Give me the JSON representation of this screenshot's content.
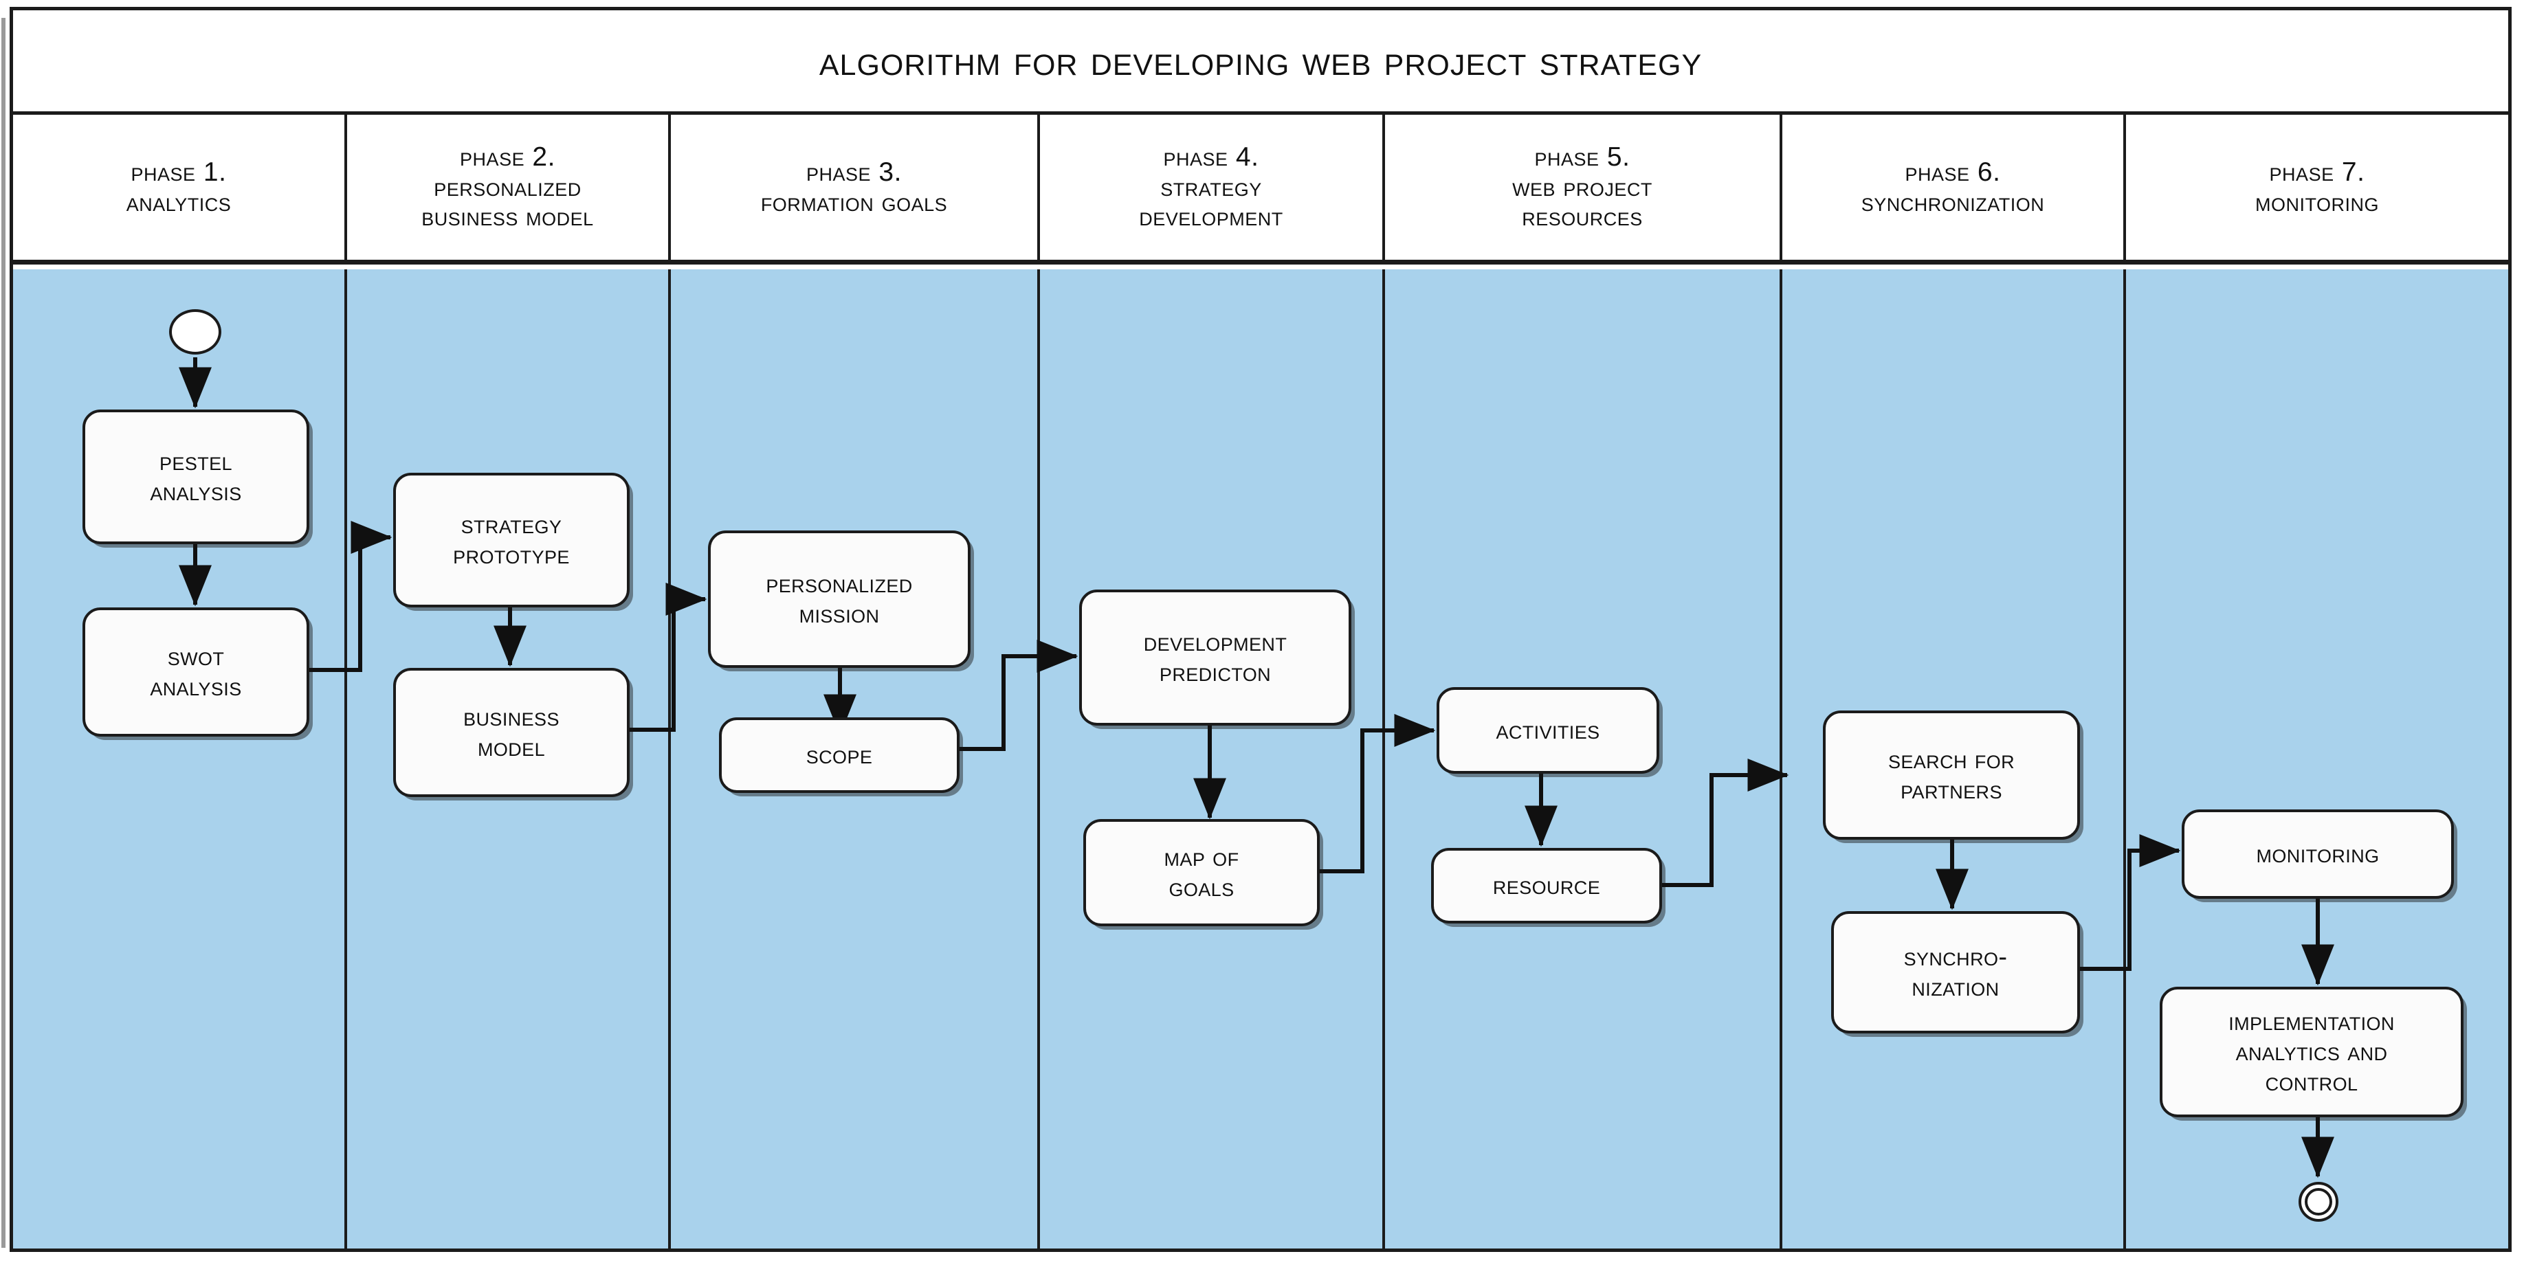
{
  "title": "Algorithm for developing web project strategy",
  "colors": {
    "lane_fill": "#a9d2ec",
    "border": "#1b1b1b",
    "node_fill": "#fbfbfb",
    "header_fill": "#ffffff"
  },
  "phases": [
    {
      "id": "phase-1",
      "header": "Phase 1.\nAnalytics"
    },
    {
      "id": "phase-2",
      "header": "Phase 2.\nPersonalized\nbusiness model"
    },
    {
      "id": "phase-3",
      "header": "Phase 3.\nFormation goals"
    },
    {
      "id": "phase-4",
      "header": "Phase 4.\nStrategy\ndevelopment"
    },
    {
      "id": "phase-5",
      "header": "Phase 5.\nWeb project\nresources"
    },
    {
      "id": "phase-6",
      "header": "Phase 6.\nSynchronization"
    },
    {
      "id": "phase-7",
      "header": "Phase 7.\nMonitoring"
    }
  ],
  "nodes": [
    {
      "id": "pestel",
      "label": "PESTEL\nanalysis"
    },
    {
      "id": "swot",
      "label": "SWOT\nanalysis"
    },
    {
      "id": "strategy",
      "label": "Strategy\nprototype"
    },
    {
      "id": "business",
      "label": "Business\nmodel"
    },
    {
      "id": "mission",
      "label": "Personalized\nmission"
    },
    {
      "id": "scope",
      "label": "Scope"
    },
    {
      "id": "prediction",
      "label": "Development\npredicton"
    },
    {
      "id": "mapgoals",
      "label": "Map of\ngoals"
    },
    {
      "id": "activities",
      "label": "Activities"
    },
    {
      "id": "resource",
      "label": "Resource"
    },
    {
      "id": "partners",
      "label": "Search for\npartners"
    },
    {
      "id": "sync",
      "label": "Synchro-\nnization"
    },
    {
      "id": "monitoring",
      "label": "Monitoring"
    },
    {
      "id": "implement",
      "label": "Implementation\nanalytics and\ncontrol"
    }
  ],
  "terminators": {
    "start": "start-node",
    "end": "end-node"
  },
  "chart_data": {
    "type": "table",
    "title": "Algorithm for developing web project strategy",
    "categories": [
      "Phase 1. Analytics",
      "Phase 2. Personalized business model",
      "Phase 3. Formation goals",
      "Phase 4. Strategy development",
      "Phase 5. Web project resources",
      "Phase 6. Synchronization",
      "Phase 7. Monitoring"
    ],
    "steps_per_phase": [
      [
        "PESTEL analysis",
        "SWOT analysis"
      ],
      [
        "Strategy prototype",
        "Business model"
      ],
      [
        "Personalized mission",
        "Scope"
      ],
      [
        "Development predicton",
        "Map of goals"
      ],
      [
        "Activities",
        "Resource"
      ],
      [
        "Search for partners",
        "Synchro-nization"
      ],
      [
        "Monitoring",
        "Implementation analytics and control"
      ]
    ],
    "edges": [
      [
        "start",
        "PESTEL analysis"
      ],
      [
        "PESTEL analysis",
        "SWOT analysis"
      ],
      [
        "SWOT analysis",
        "Strategy prototype"
      ],
      [
        "Strategy prototype",
        "Business model"
      ],
      [
        "Business model",
        "Personalized mission"
      ],
      [
        "Personalized mission",
        "Scope"
      ],
      [
        "Scope",
        "Development predicton"
      ],
      [
        "Development predicton",
        "Map of goals"
      ],
      [
        "Map of goals",
        "Activities"
      ],
      [
        "Activities",
        "Resource"
      ],
      [
        "Resource",
        "Search for partners"
      ],
      [
        "Search for partners",
        "Synchro-nization"
      ],
      [
        "Synchro-nization",
        "Monitoring"
      ],
      [
        "Monitoring",
        "Implementation analytics and control"
      ],
      [
        "Implementation analytics and control",
        "end"
      ]
    ]
  }
}
